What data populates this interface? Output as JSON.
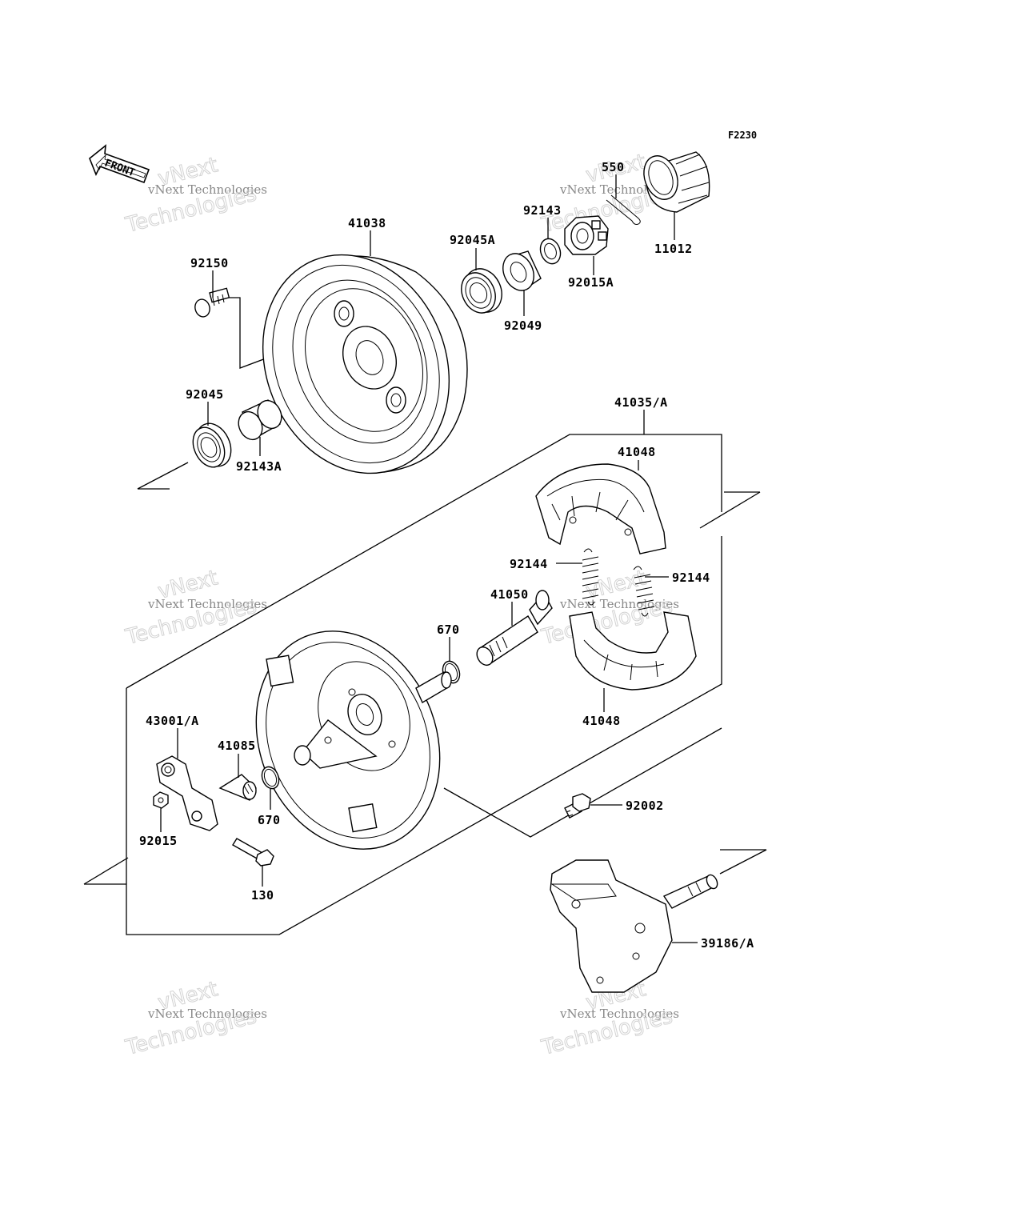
{
  "figure_code": "F2230",
  "front_arrow_label": "FRONT",
  "watermark": {
    "line1": "vNext",
    "line2": "vNext Technologies",
    "line3": "Technologies"
  },
  "parts": {
    "p550": "550",
    "p11012": "11012",
    "p92143": "92143",
    "p92015A": "92015A",
    "p92045A": "92045A",
    "p92049": "92049",
    "p41038": "41038",
    "p92150": "92150",
    "p92045": "92045",
    "p92143A": "92143A",
    "p41035A": "41035/A",
    "p41048_top": "41048",
    "p92144_left": "92144",
    "p92144_right": "92144",
    "p41050": "41050",
    "p670_top": "670",
    "p41048_bottom": "41048",
    "p43001A": "43001/A",
    "p41085": "41085",
    "p670_bottom": "670",
    "p92015": "92015",
    "p130": "130",
    "p92002": "92002",
    "p39186A": "39186/A"
  }
}
